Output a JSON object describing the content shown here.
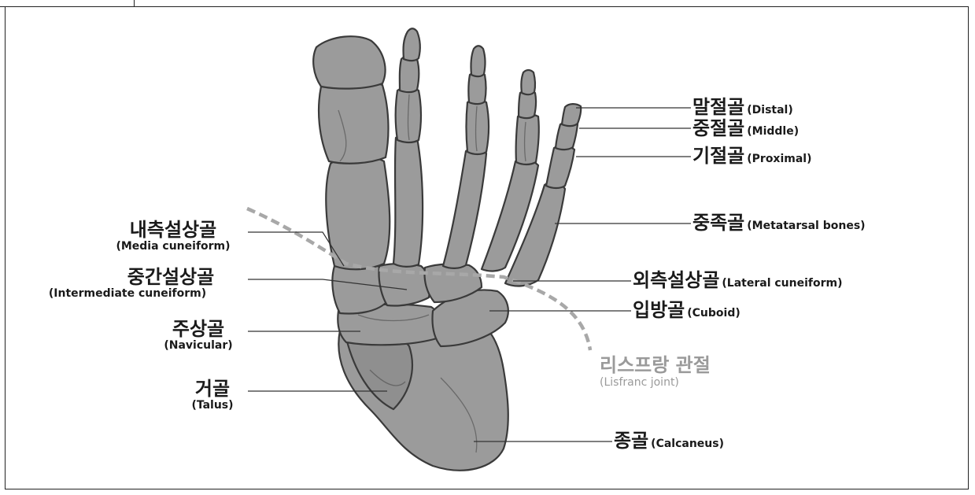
{
  "labels": {
    "distal": {
      "ko": "말절골",
      "en": "(Distal)"
    },
    "middle": {
      "ko": "중절골",
      "en": "(Middle)"
    },
    "proximal": {
      "ko": "기절골",
      "en": "(Proximal)"
    },
    "metatarsal": {
      "ko": "중족골",
      "en": "(Metatarsal bones)"
    },
    "lateral_cuneiform": {
      "ko": "외측설상골",
      "en": "(Lateral cuneiform)"
    },
    "cuboid": {
      "ko": "입방골",
      "en": "(Cuboid)"
    },
    "lisfranc": {
      "ko": "리스프랑 관절",
      "en": "(Lisfranc joint)"
    },
    "calcaneus": {
      "ko": "종골",
      "en": "(Calcaneus)"
    },
    "medial_cuneiform": {
      "ko": "내측설상골",
      "en": "(Media cuneiform)"
    },
    "intermediate_cuneiform": {
      "ko": "중간설상골",
      "en": "(Intermediate cuneiform)"
    },
    "navicular": {
      "ko": "주상골",
      "en": "(Navicular)"
    },
    "talus": {
      "ko": "거골",
      "en": "(Talus)"
    }
  },
  "colors": {
    "bone_fill": "#9b9b9b",
    "bone_shade": "#7d7d7d",
    "bone_outline": "#3a3a3a",
    "leader_line": "#333333",
    "lisfranc_dash": "#a8a8a8"
  }
}
